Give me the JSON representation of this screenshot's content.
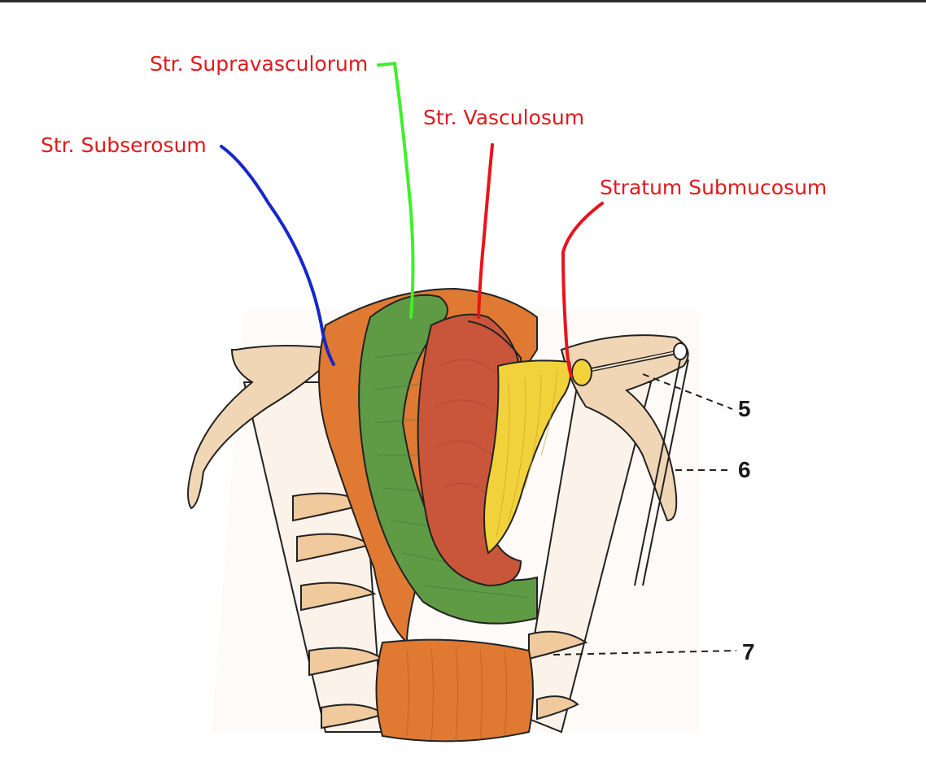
{
  "labels": {
    "supravasculorum": "Str. Supravasculorum",
    "subserosum": "Str. Subserosum",
    "vasculosum": "Str. Vasculosum",
    "submucosum": "Stratum Submucosum"
  },
  "numbers": {
    "n5": "5",
    "n6": "6",
    "n7": "7"
  },
  "colors": {
    "label_text": "#e0191c",
    "leader_subserosum": "#1628c8",
    "leader_supravasculorum": "#3ef02a",
    "leader_vasculosum": "#e8141a",
    "leader_submucosum": "#e8141a",
    "serosa_orange": "#e07a33",
    "muscle_green": "#5f9a45",
    "vascular_red": "#c9553a",
    "mucosa_yellow": "#f2d23a",
    "ligament_beige": "#f1d6b6"
  }
}
